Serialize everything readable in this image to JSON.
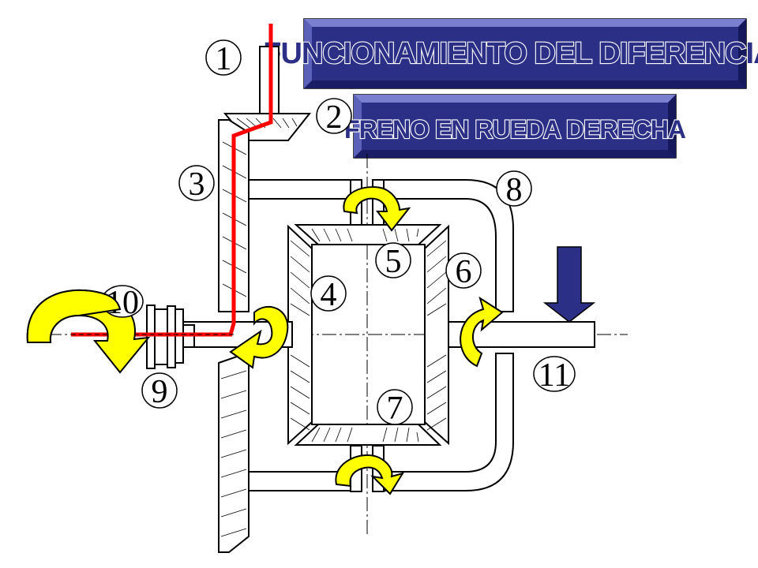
{
  "title_banner": {
    "text": "FUNCIONAMIENTO DEL DIFERENCIAL"
  },
  "subtitle_banner": {
    "text": "FRENO EN RUEDA DERECHA"
  },
  "labels": {
    "n1": "1",
    "n2": "2",
    "n3": "3",
    "n4": "4",
    "n5": "5",
    "n6": "6",
    "n7": "7",
    "n8": "8",
    "n9": "9",
    "n10": "10",
    "n11": "11"
  },
  "colors": {
    "banner_fill": "#2b2f86",
    "power_path": "#ff0000",
    "rotation_arrow": "#ffff00",
    "brake_arrow": "#2b2f86"
  }
}
